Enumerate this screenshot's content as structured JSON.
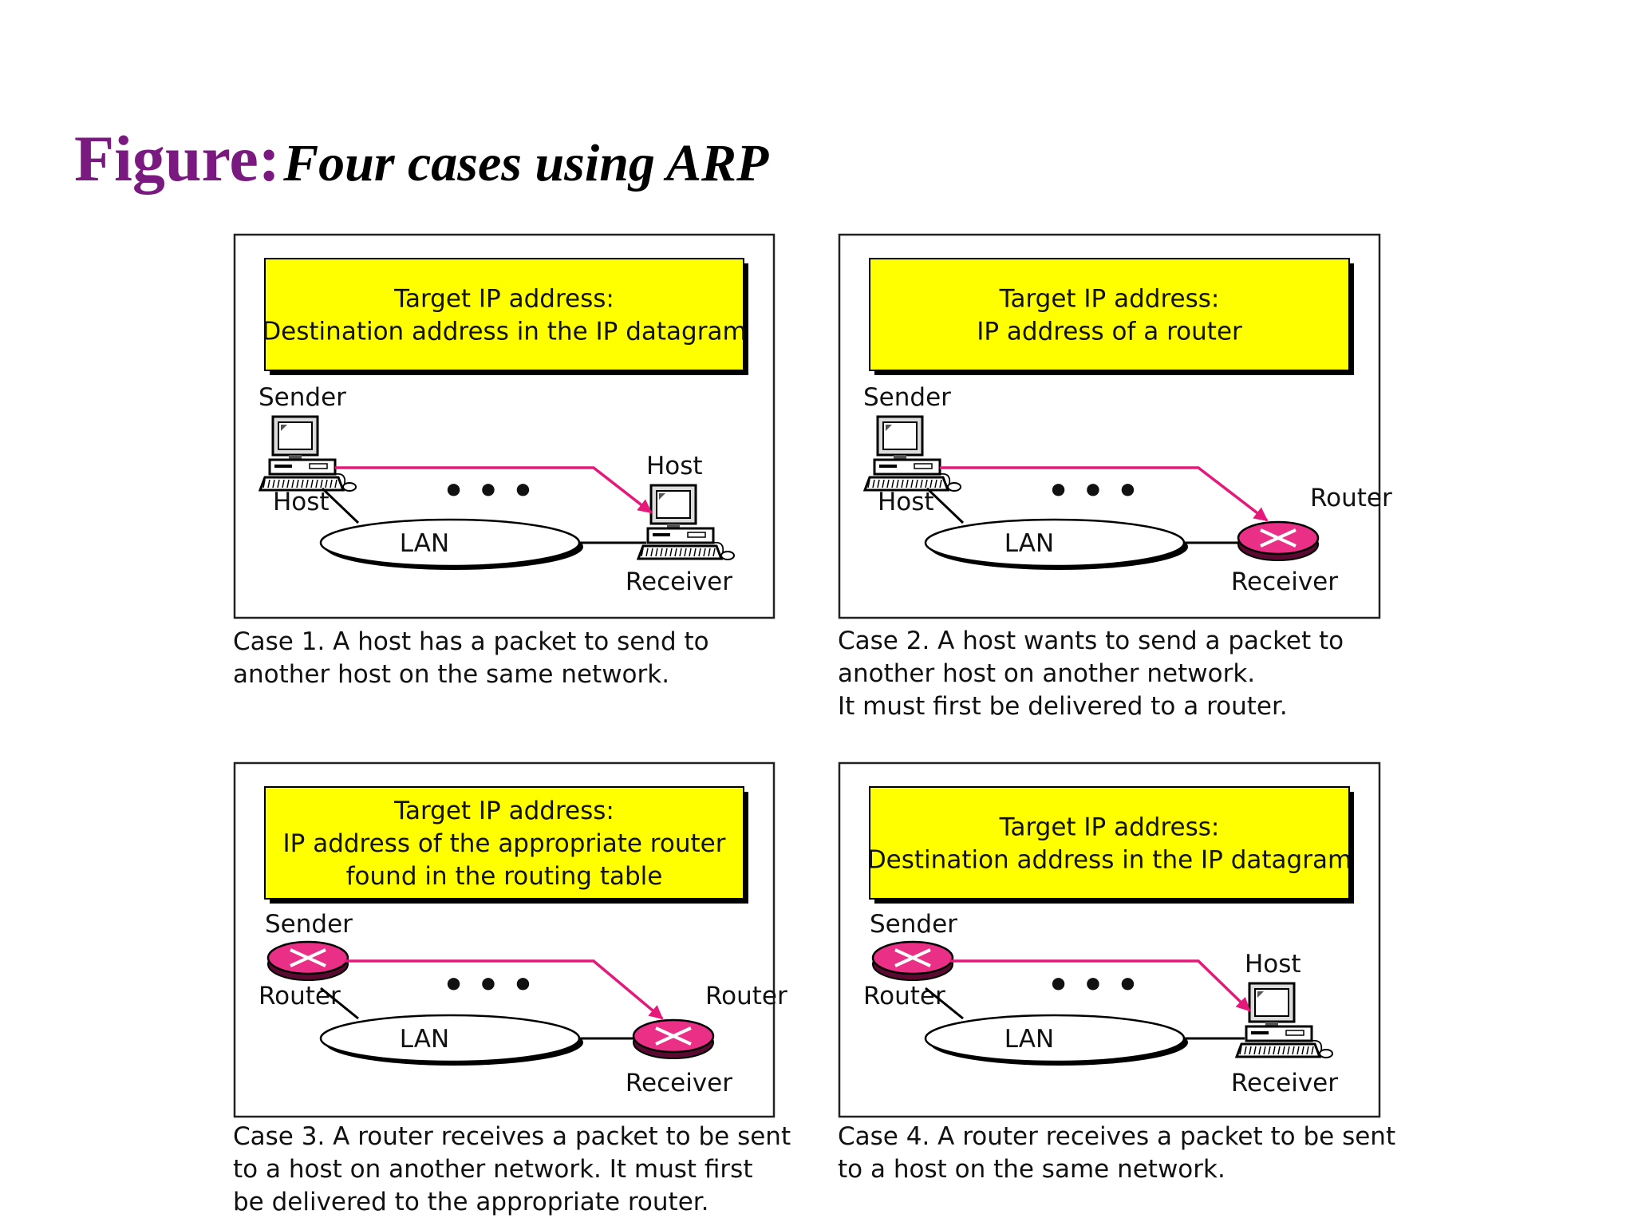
{
  "title": {
    "prefix": "Figure:",
    "text": "Four cases using ARP"
  },
  "colors": {
    "title_prefix": "#7a1a80",
    "target_box": "#ffff00",
    "path": "#e6197a",
    "router": "#ea2f86"
  },
  "cases": [
    {
      "box_lines": [
        "Target IP address:",
        "Destination address in the IP datagram"
      ],
      "sender_label": "Sender",
      "sender_device": "Host",
      "sender_icon": "computer-icon",
      "lan_label": "LAN",
      "dots": "• • •",
      "receiver_device": "Host",
      "receiver_icon": "computer-icon",
      "receiver_role": "Receiver",
      "caption_lines": [
        "Case 1. A host has a packet to send to",
        "another host on the same network."
      ]
    },
    {
      "box_lines": [
        "Target IP address:",
        "IP address of a router"
      ],
      "sender_label": "Sender",
      "sender_device": "Host",
      "sender_icon": "computer-icon",
      "lan_label": "LAN",
      "dots": "• • •",
      "receiver_device": "Router",
      "receiver_icon": "router-icon",
      "receiver_role": "Receiver",
      "caption_lines": [
        "Case 2. A host wants to send a packet to",
        "another host on another network.",
        "It must first be delivered to a router."
      ]
    },
    {
      "box_lines": [
        "Target IP address:",
        "IP address of the appropriate router",
        "found in the routing table"
      ],
      "sender_label": "Sender",
      "sender_device": "Router",
      "sender_icon": "router-icon",
      "lan_label": "LAN",
      "dots": "• • •",
      "receiver_device": "Router",
      "receiver_icon": "router-icon",
      "receiver_role": "Receiver",
      "caption_lines": [
        "Case 3. A router receives a packet to be sent",
        "to a host on another network. It must first",
        "be delivered to the appropriate router."
      ]
    },
    {
      "box_lines": [
        "Target IP address:",
        "Destination address in the IP datagram"
      ],
      "sender_label": "Sender",
      "sender_device": "Router",
      "sender_icon": "router-icon",
      "lan_label": "LAN",
      "dots": "• • •",
      "receiver_device": "Host",
      "receiver_icon": "computer-icon",
      "receiver_role": "Receiver",
      "caption_lines": [
        "Case 4. A router receives a packet to be sent",
        "to a host on the same network."
      ]
    }
  ]
}
